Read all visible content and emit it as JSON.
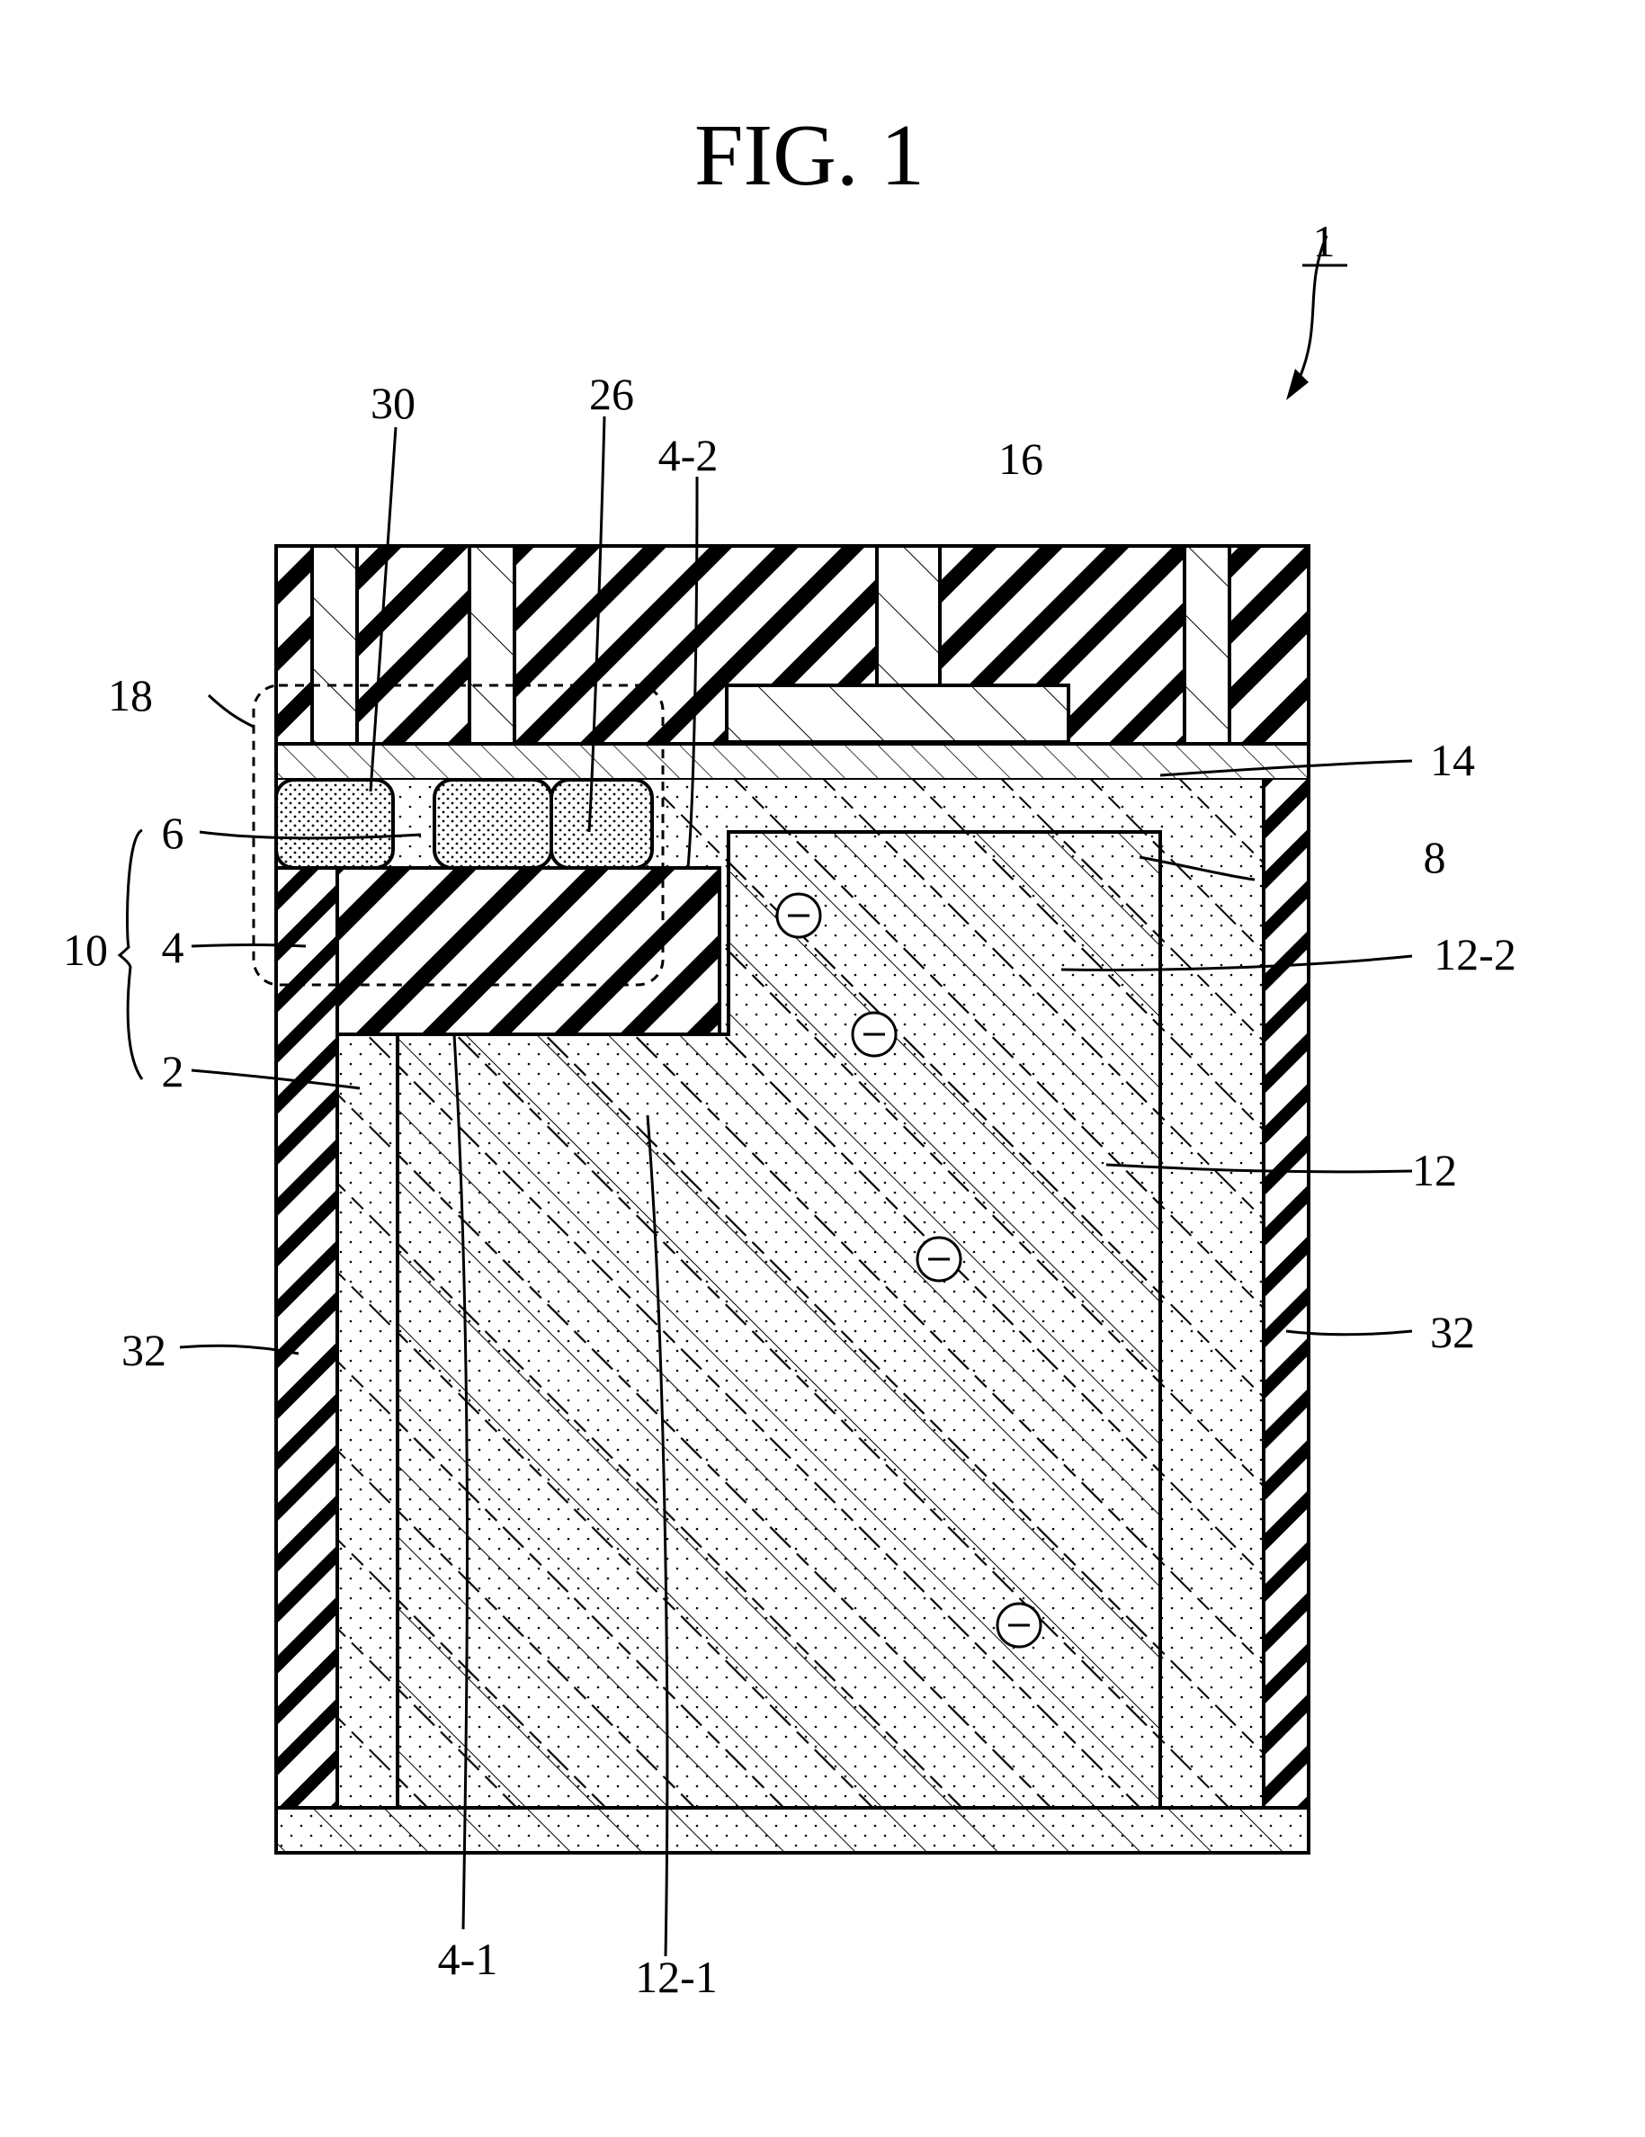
{
  "figure": {
    "title": "FIG. 1",
    "labels": {
      "device": "1",
      "insulator_top": "30",
      "insulator_mid": "26",
      "region_4_2": "4-2",
      "electrode_16": "16",
      "region_18": "18",
      "film_14": "14",
      "layer_6": "6",
      "layer_8": "8",
      "stack_10": "10",
      "layer_4": "4",
      "region_12_2": "12-2",
      "layer_2": "2",
      "region_12": "12",
      "side_32_left": "32",
      "side_32_right": "32",
      "region_4_1": "4-1",
      "region_12_1": "12-1"
    },
    "charge_symbol": "−",
    "colors": {
      "ink": "#000000",
      "paper": "#ffffff"
    }
  }
}
